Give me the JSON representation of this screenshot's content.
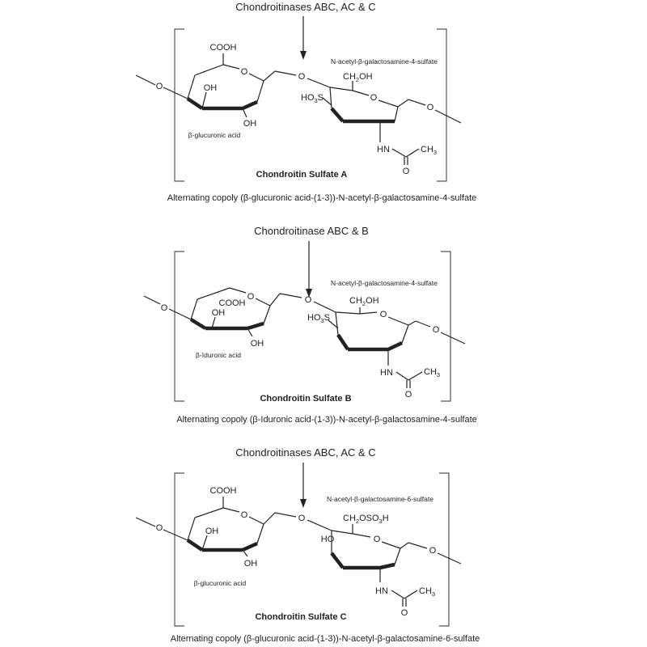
{
  "panels": [
    {
      "enzyme": "Chondroitinases ABC, AC & C",
      "sugar1_label": "β-glucuronic acid",
      "sugar1_acid": "COOH",
      "sugar1_oh_a": "OH",
      "sugar1_oh_b": "OH",
      "glycosidic_o": "O",
      "chain_o_left": "O",
      "chain_o_right": "O",
      "sugar2_label": "N-acetyl-β-galactosamine-4-sulfate",
      "sugar2_top": "CH",
      "sugar2_top_sub": "2",
      "sugar2_top_end": "OH",
      "sugar2_side": "HO",
      "sugar2_side_sub": "3",
      "sugar2_side_end": "S",
      "amide_n": "HN",
      "methyl": "CH",
      "methyl_sub": "3",
      "carbonyl_o": "O",
      "name": "Chondroitin Sulfate A",
      "caption": "Alternating copoly (β-glucuronic acid-(1-3))-N-acetyl-β-galactosamine-4-sulfate"
    },
    {
      "enzyme": "Chondroitinase ABC & B",
      "sugar1_label": "β-Iduronic acid",
      "sugar1_acid": "COOH",
      "sugar1_oh_a": "OH",
      "sugar1_oh_b": "OH",
      "glycosidic_o": "O",
      "chain_o_left": "O",
      "chain_o_right": "O",
      "sugar2_label": "N-acetyl-β-galactosamine-4-sulfate",
      "sugar2_top": "CH",
      "sugar2_top_sub": "2",
      "sugar2_top_end": "OH",
      "sugar2_side": "HO",
      "sugar2_side_sub": "3",
      "sugar2_side_end": "S",
      "amide_n": "HN",
      "methyl": "CH",
      "methyl_sub": "3",
      "carbonyl_o": "O",
      "name": "Chondroitin Sulfate B",
      "caption": "Alternating copoly (β-Iduronic acid-(1-3))-N-acetyl-β-galactosamine-4-sulfate"
    },
    {
      "enzyme": "Chondroitinases ABC, AC & C",
      "sugar1_label": "β-glucuronic acid",
      "sugar1_acid": "COOH",
      "sugar1_oh_a": "OH",
      "sugar1_oh_b": "OH",
      "glycosidic_o": "O",
      "chain_o_left": "O",
      "chain_o_right": "O",
      "sugar2_label": "N-acetyl-β-galactosamine-6-sulfate",
      "sugar2_top": "CH",
      "sugar2_top_sub": "2",
      "sugar2_top_end": "OSO",
      "sugar2_top_sub2": "3",
      "sugar2_top_end2": "H",
      "sugar2_side": "HO",
      "amide_n": "HN",
      "methyl": "CH",
      "methyl_sub": "3",
      "carbonyl_o": "O",
      "name": "Chondroitin Sulfate C",
      "caption": "Alternating copoly (β-glucuronic acid-(1-3))-N-acetyl-β-galactosamine-6-sulfate"
    }
  ]
}
